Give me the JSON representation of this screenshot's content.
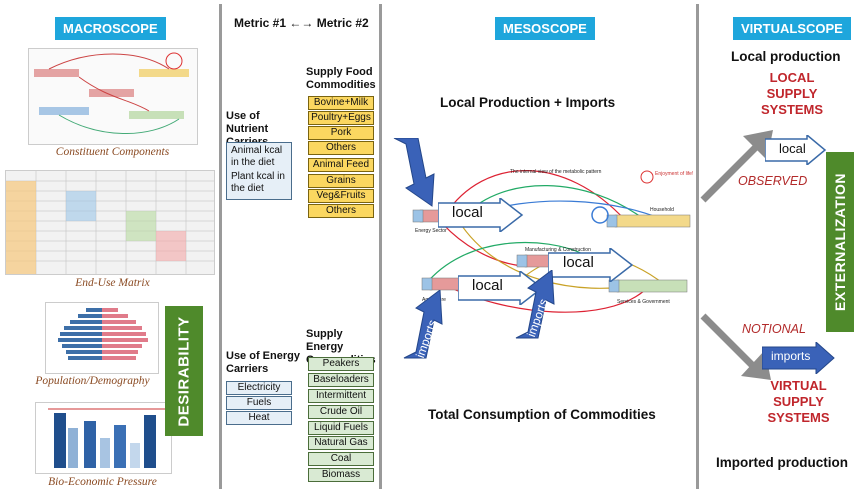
{
  "macroscope": {
    "header": "MACROSCOPE",
    "captions": [
      "Constituent Components",
      "End-Use Matrix",
      "Population/Demography",
      "Bio-Economic Pressure"
    ],
    "desirability": "DESIRABILITY"
  },
  "metrics": {
    "header": "Metric #1 ←→ Metric #2",
    "nutrient_title": "Use of Nutrient Carriers",
    "nutrient_items": [
      "Animal kcal in the diet",
      "Plant kcal in the diet"
    ],
    "food_title": "Supply Food Commodities",
    "food_items": [
      "Bovine+Milk",
      "Poultry+Eggs",
      "Pork",
      "Others",
      "Animal Feed",
      "Grains",
      "Veg&Fruits",
      "Others"
    ],
    "energy_carriers_title": "Use of Energy Carriers",
    "energy_carriers": [
      "Electricity",
      "Fuels",
      "Heat"
    ],
    "energy_supply_title": "Supply Energy Commodities",
    "energy_supply": [
      "Peakers",
      "Baseloaders",
      "Intermittent",
      "Crude Oil",
      "Liquid Fuels",
      "Natural Gas",
      "Coal",
      "Biomass"
    ]
  },
  "mesoscope": {
    "header": "MESOSCOPE",
    "top_text": "Local Production + Imports",
    "bottom_text": "Total Consumption of Commodities",
    "diagram_title": "The internal view of the metabolic pattern",
    "enjoyment": "Enjoyment of life!",
    "imports_label": "imports",
    "local_label": "local",
    "sectors": [
      "Energy Sector",
      "Household",
      "Manufacturing & Construction",
      "Agriculture",
      "Services & Government"
    ]
  },
  "virtualscope": {
    "header": "VIRTUALSCOPE",
    "local_production": "Local production",
    "local_supply": "LOCAL SUPPLY SYSTEMS",
    "local_label": "local",
    "observed": "OBSERVED",
    "notional": "NOTIONAL",
    "imports_label": "imports",
    "virtual_supply": "VIRTUAL SUPPLY SYSTEMS",
    "imported_production": "Imported production",
    "externalization": "EXTERNALIZATION"
  },
  "colors": {
    "accent_blue": "#1ea6dc",
    "green": "#4f8a2b",
    "red": "#c0262c",
    "food": "#fbd760",
    "energy": "#d9ead3"
  }
}
